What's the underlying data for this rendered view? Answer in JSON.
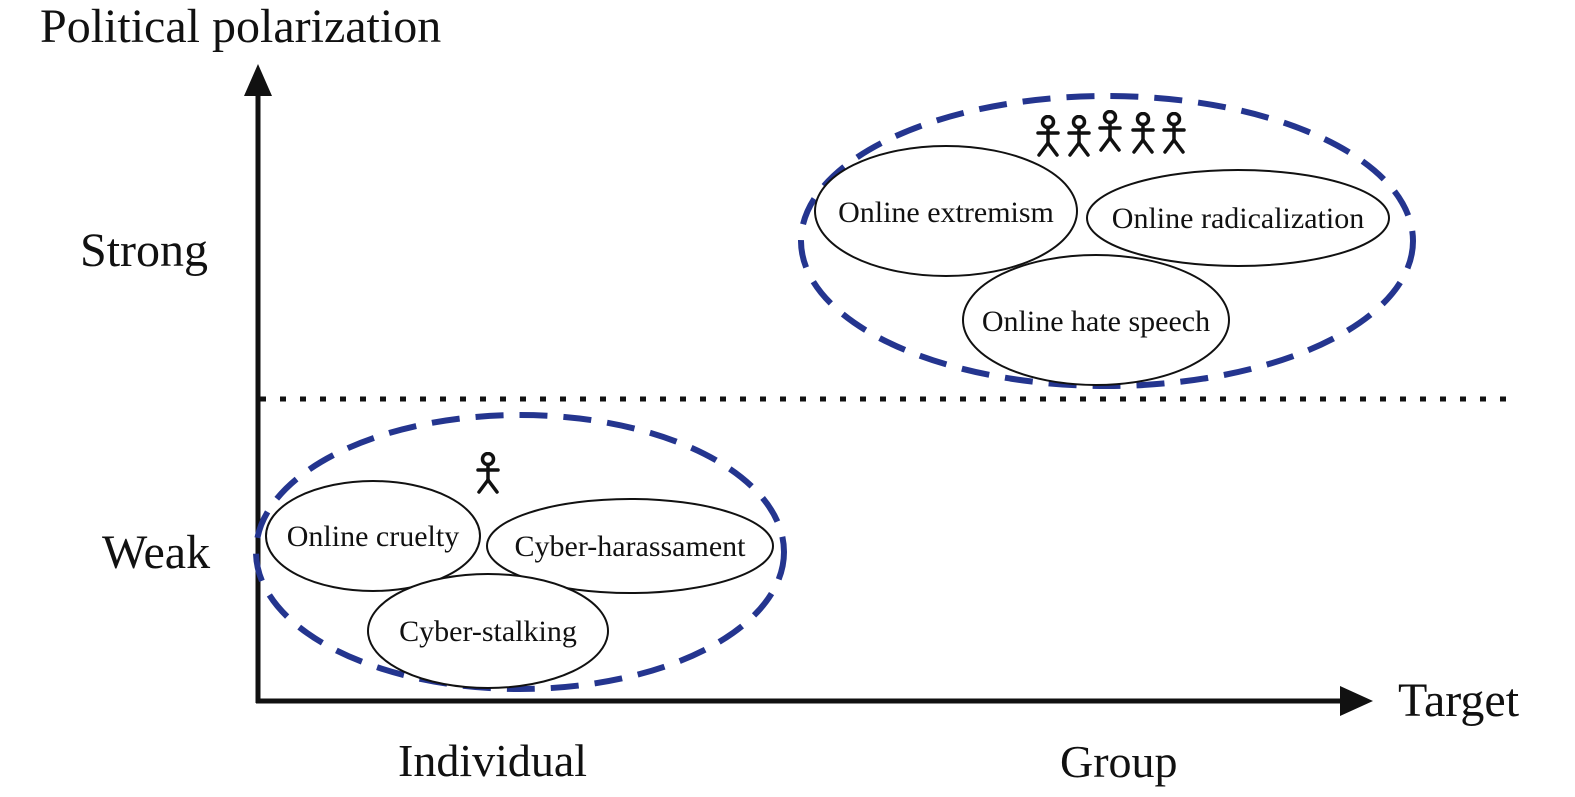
{
  "axes": {
    "y_title": "Political polarization",
    "x_title": "Target",
    "y_levels": {
      "strong": "Strong",
      "weak": "Weak"
    },
    "x_categories": {
      "individual": "Individual",
      "group": "Group"
    }
  },
  "clusters": {
    "individual": {
      "bubbles": {
        "cruelty": "Online cruelty",
        "harassment": "Cyber-harassament",
        "stalking": "Cyber-stalking"
      },
      "people_count": 1
    },
    "group": {
      "bubbles": {
        "extremism": "Online extremism",
        "radicalization": "Online radicalization",
        "hate_speech": "Online hate speech"
      },
      "people_count": 5
    }
  },
  "colors": {
    "axis": "#111111",
    "cluster_outline": "#24358f",
    "text": "#111111"
  },
  "icons": {
    "individual": "person-icon",
    "group": "group-people-icon"
  }
}
